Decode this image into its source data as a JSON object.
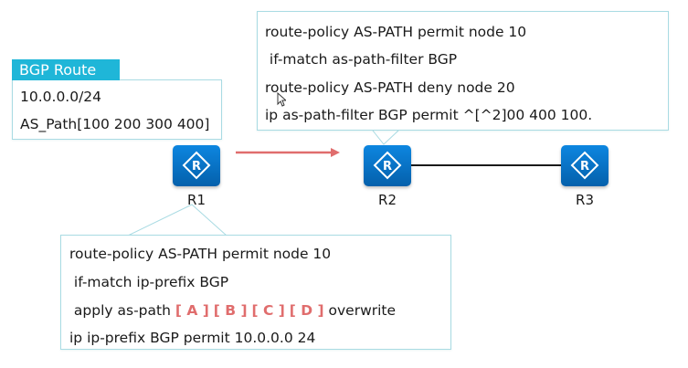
{
  "bgp_route": {
    "tag": "BGP Route",
    "lines": [
      "10.0.0.0/24",
      "AS_Path[100 200 300 400]"
    ]
  },
  "r2_config": {
    "lines": [
      "route-policy AS-PATH permit node 10",
      " if-match as-path-filter BGP",
      "route-policy AS-PATH deny node 20",
      "ip as-path-filter BGP permit ^[^2]00 400 100."
    ]
  },
  "r1_config": {
    "line1": "route-policy AS-PATH permit node 10",
    "line2": " if-match ip-prefix BGP",
    "line3_prefix": " apply as-path ",
    "blanks": [
      "[ A ]",
      "[ B ]",
      "[ C ]",
      "[ D ]"
    ],
    "line3_suffix": " overwrite",
    "line4": "ip ip-prefix BGP permit 10.0.0.0 24"
  },
  "routers": [
    {
      "label": "R1",
      "icon": "router-icon"
    },
    {
      "label": "R2",
      "icon": "router-icon"
    },
    {
      "label": "R3",
      "icon": "router-icon"
    }
  ],
  "colors": {
    "accent": "#1fb6d8",
    "router": "#0a74c8",
    "arrow": "#e06d6d",
    "blank_text": "#e06d6d",
    "box_border": "#a9dbe3"
  }
}
